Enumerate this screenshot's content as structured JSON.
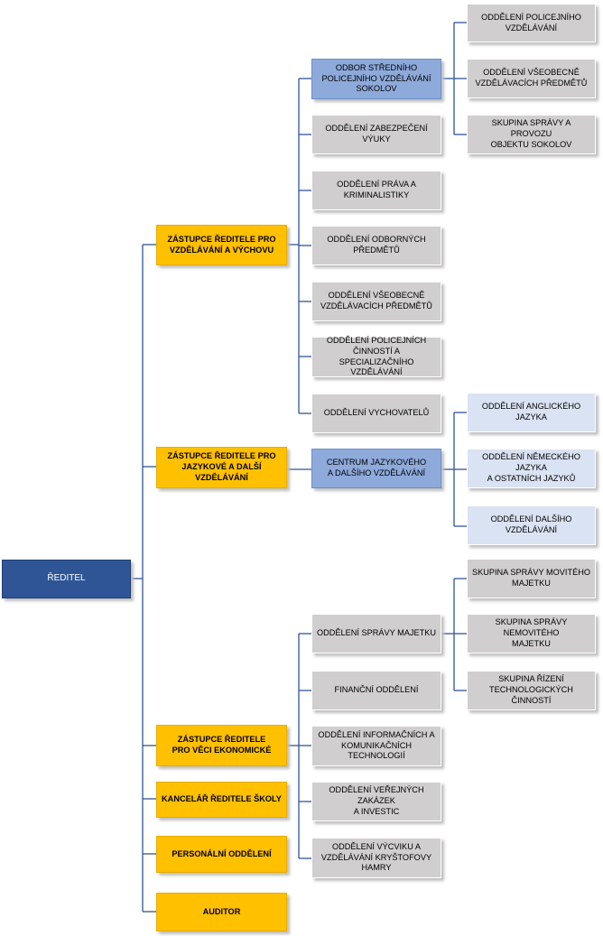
{
  "root": {
    "label": "ŘEDITEL"
  },
  "deputies": {
    "education": "ZÁSTUPCE ŘEDITELE PRO\nVZDĚLÁVÁNÍ A VÝCHOVU",
    "languages": "ZÁSTUPCE ŘEDITELE PRO\nJAZYKOVÉ A DALŠÍ VZDĚLÁVÁNÍ",
    "economic": "ZÁSTUPCE ŘEDITELE\nPRO VĚCI EKONOMICKÉ",
    "office": "KANCELÁŘ ŘEDITELE ŠKOLY",
    "personnel": "PERSONÁLNÍ ODDĚLENÍ",
    "auditor": "AUDITOR"
  },
  "education_units": {
    "sokolov": "ODBOR STŘEDNÍHO\nPOLICEJNÍHO VZDĚLÁVÁNÍ\nSOKOLOV",
    "teaching_support": "ODDĚLENÍ ZABEZPEČENÍ VÝUKY",
    "law": "ODDĚLENÍ PRÁVA A\nKRIMINALISTIKY",
    "professional": "ODDĚLENÍ ODBORNÝCH\nPŘEDMĚTŮ",
    "general": "ODDĚLENÍ VŠEOBECNĚ\nVZDĚLÁVACÍCH PŘEDMĚTŮ",
    "police_activities": "ODDĚLENÍ POLICEJNÍCH\nČINNOSTÍ A SPECIALIZAČNÍHO\nVZDĚLÁVÁNÍ",
    "educators": "ODDĚLENÍ VYCHOVATELŮ"
  },
  "sokolov_units": {
    "police_education": "ODDĚLENÍ POLICEJNÍHO\nVZDĚLÁVÁNÍ",
    "general_subjects": "ODDĚLENÍ VŠEOBECNĚ\nVZDĚLÁVACÍCH PŘEDMĚTŮ",
    "administration": "SKUPINA SPRÁVY A PROVOZU\nOBJEKTU SOKOLOV"
  },
  "language_center": {
    "label": "CENTRUM JAZYKOVÉHO\nA DALŠÍHO VZDĚLÁVÁNÍ",
    "units": {
      "english": "ODDĚLENÍ ANGLICKÉHO JAZYKA",
      "german": "ODDĚLENÍ NĚMECKÉHO JAZYKA\nA OSTATNÍCH JAZYKŮ",
      "further": "ODDĚLENÍ DALŠÍHO\nVZDĚLÁVÁNÍ"
    }
  },
  "economic_units": {
    "property": "ODDĚLENÍ SPRÁVY MAJETKU",
    "finance": "FINANČNÍ ODDĚLENÍ",
    "it": "ODDĚLENÍ INFORMAČNÍCH A\nKOMUNIKAČNÍCH TECHNOLOGIÍ",
    "procurement": "ODDĚLENÍ VEŘEJNÝCH ZAKÁZEK\nA INVESTIC",
    "research": "ODDĚLENÍ VÝCVIKU A\nVZDĚLÁVÁNÍ KRYŠTOFOVY\nHAMRY"
  },
  "property_units": {
    "movable": "SKUPINA SPRÁVY MOVITÉHO\nMAJETKU",
    "immovable": "SKUPINA SPRÁVY NEMOVITÉHO\nMAJETKU",
    "technology": "SKUPINA ŘÍZENÍ\nTECHNOLOGICKÝCH ČINNOSTÍ"
  },
  "colors": {
    "root": "#2f5597",
    "deputy": "#ffc000",
    "department_head": "#8eaadb",
    "unit": "#d0cece",
    "language_unit": "#dae3f3",
    "connector": "#2f5597"
  }
}
